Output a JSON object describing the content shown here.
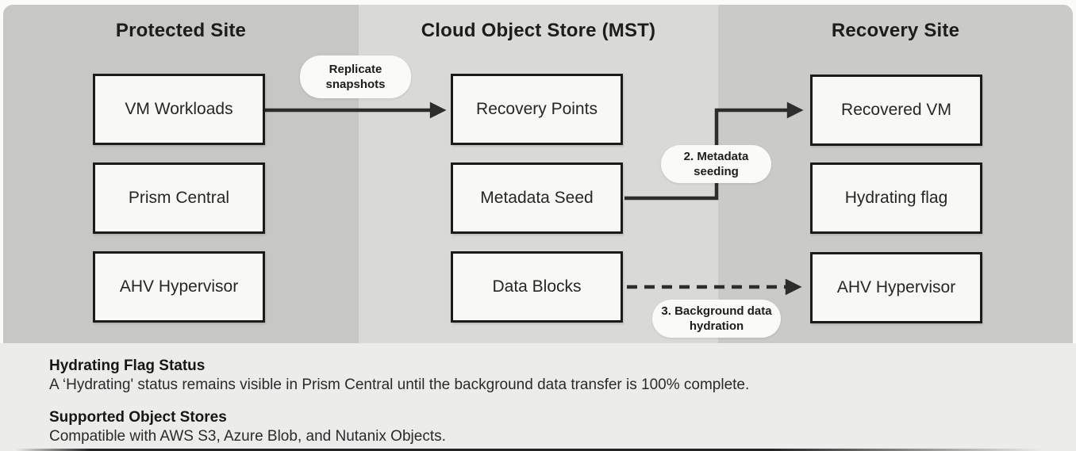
{
  "diagram": {
    "columns": [
      {
        "id": "protected-site",
        "title": "Protected Site",
        "boxes": [
          "VM Workloads",
          "Prism Central",
          "AHV Hypervisor"
        ]
      },
      {
        "id": "cloud-object-store",
        "title": "Cloud Object Store (MST)",
        "boxes": [
          "Recovery Points",
          "Metadata Seed",
          "Data Blocks"
        ]
      },
      {
        "id": "recovery-site",
        "title": "Recovery Site",
        "boxes": [
          "Recovered VM",
          "Hydrating flag",
          "AHV Hypervisor"
        ]
      }
    ],
    "connectors": [
      {
        "label": "Replicate snapshots",
        "style": "solid-arrow",
        "from": "VM Workloads",
        "to": "Recovery Points"
      },
      {
        "label": "2. Metadata seeding",
        "style": "solid-elbow-arrow",
        "from": "Metadata Seed",
        "to": "Recovered VM"
      },
      {
        "label": "3. Background data hydration",
        "style": "dashed-arrow",
        "from": "Data Blocks",
        "to": "AHV Hypervisor"
      }
    ]
  },
  "notes": [
    {
      "title": "Hydrating Flag Status",
      "body": "A ‘Hydrating' status remains visible in Prism Central until the background data transfer is 100% complete."
    },
    {
      "title": "Supported Object Stores",
      "body": "Compatible with AWS S3, Azure Blob, and Nutanix Objects."
    }
  ],
  "colors": {
    "page_background": "#fbfbf9",
    "band_left": "#c7c8c4",
    "band_middle": "#d9dad6",
    "band_right": "#cacbc7",
    "notes_background": "#ececea",
    "box_fill": "#f8f8f5",
    "box_border": "#1b1b1b",
    "connector": "#2d2d2d",
    "pill_fill": "#fafaf7",
    "text": "#1e1e1e"
  }
}
